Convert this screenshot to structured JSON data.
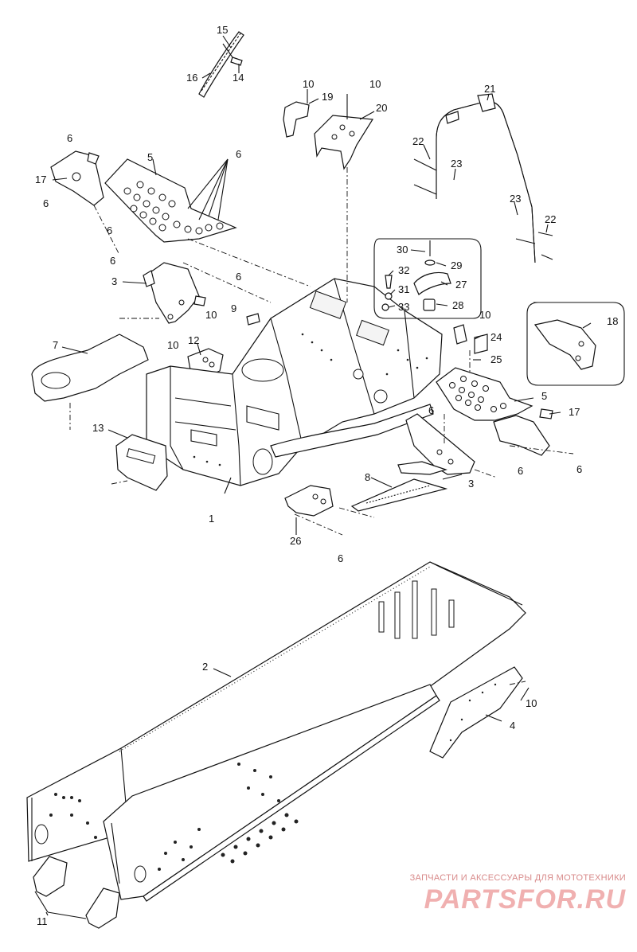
{
  "diagram": {
    "callouts": [
      "1",
      "2",
      "3",
      "3",
      "4",
      "5",
      "5",
      "6",
      "6",
      "6",
      "6",
      "6",
      "6",
      "6",
      "6",
      "6",
      "7",
      "8",
      "9",
      "10",
      "10",
      "10",
      "10",
      "10",
      "10",
      "11",
      "12",
      "13",
      "14",
      "15",
      "16",
      "17",
      "17",
      "18",
      "19",
      "20",
      "21",
      "22",
      "22",
      "23",
      "23",
      "24",
      "25",
      "26",
      "27",
      "28",
      "29",
      "30",
      "31",
      "32",
      "33"
    ]
  },
  "watermark": {
    "tagline": "ЗАПЧАСТИ И АКСЕССУАРЫ ДЛЯ МОТОТЕХНИКИ",
    "brand": "PARTSFOR.RU"
  }
}
